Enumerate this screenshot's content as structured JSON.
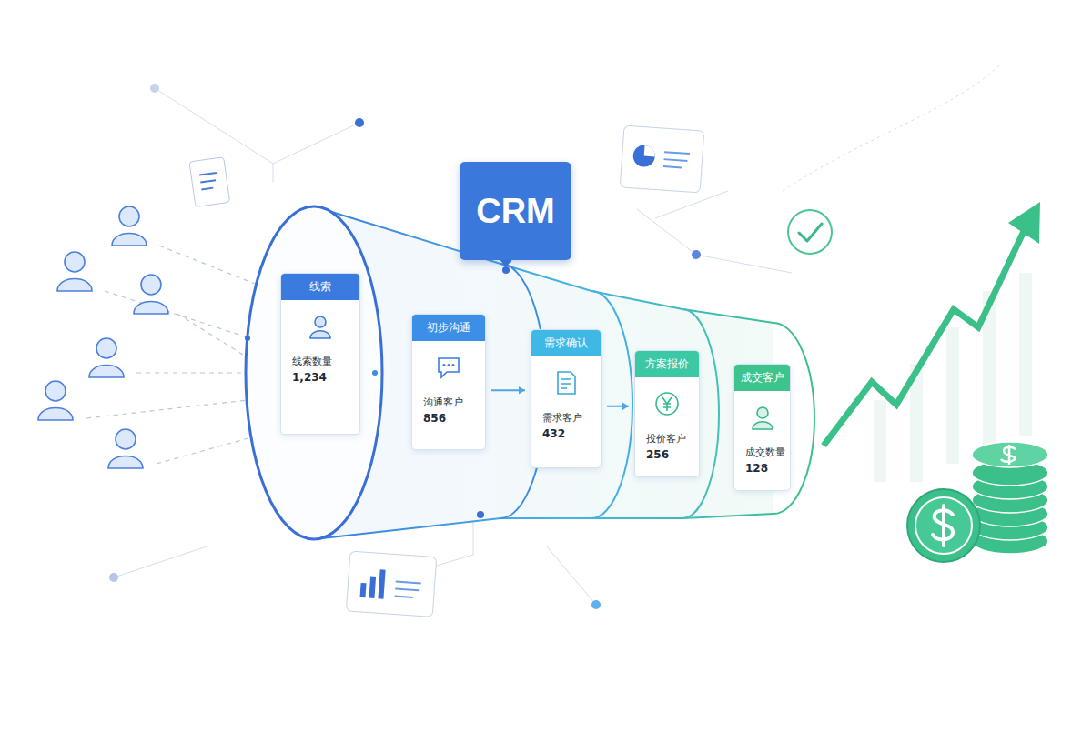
{
  "diagram": {
    "nodes": [
      {
        "text": [
          "CRM"
        ]
      },
      {
        "text": [
          "线索",
          "线索数量",
          "1,234"
        ]
      },
      {
        "text": [
          "初步沟通",
          "沟通客户",
          "856"
        ]
      },
      {
        "text": [
          "需求确认",
          "需求客户",
          "432"
        ]
      },
      {
        "text": [
          "方案报价",
          "投价客户",
          "256"
        ]
      },
      {
        "text": [
          "成交客户",
          "成交数量",
          "128"
        ]
      }
    ],
    "edges": [
      {
        "from": 2,
        "to": 3,
        "arrow": "to"
      },
      {
        "from": 3,
        "to": 4,
        "arrow": "to"
      }
    ]
  }
}
